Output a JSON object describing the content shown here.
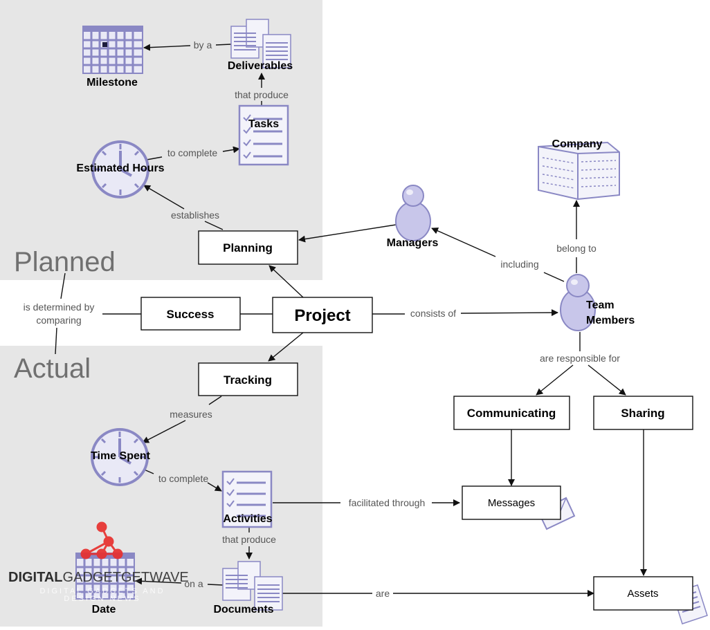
{
  "regions": {
    "planned_title": "Planned",
    "actual_title": "Actual"
  },
  "nodes": {
    "project": "Project",
    "planning": "Planning",
    "success": "Success",
    "tracking": "Tracking",
    "communicating": "Communicating",
    "sharing": "Sharing",
    "messages": "Messages",
    "assets": "Assets",
    "milestone": "Milestone",
    "deliverables": "Deliverables",
    "tasks": "Tasks",
    "estimated_hours": "Estimated Hours",
    "managers": "Managers",
    "company": "Company",
    "team_members_line1": "Team",
    "team_members_line2": "Members",
    "time_spent": "Time Spent",
    "activities": "Activities",
    "date": "Date",
    "documents": "Documents"
  },
  "edges": {
    "by_a_top": "by a",
    "that_produce_top": "that produce",
    "to_complete_top": "to complete",
    "establishes": "establishes",
    "including": "including",
    "belong_to": "belong to",
    "consists_of": "consists of",
    "determined_line1": "is determined by",
    "determined_line2": "comparing",
    "are_responsible_for": "are responsible for",
    "measures": "measures",
    "to_complete_bottom": "to complete",
    "facilitated_through": "facilitated through",
    "that_produce_bottom": "that produce",
    "on_a": "on a",
    "are": "are"
  },
  "watermark": {
    "brand_part1": "DIGITAL",
    "brand_part2": "GADGETGETWAVE",
    "tagline_line1": "DIGITAL GADGETS AND",
    "tagline_line2": "DESIGN NEWS"
  },
  "colors": {
    "region_fill": "#e6e6e6",
    "icon_stroke": "#8a88c4",
    "icon_fill": "#e9e9f6",
    "watermark_red": "#e8302e"
  }
}
